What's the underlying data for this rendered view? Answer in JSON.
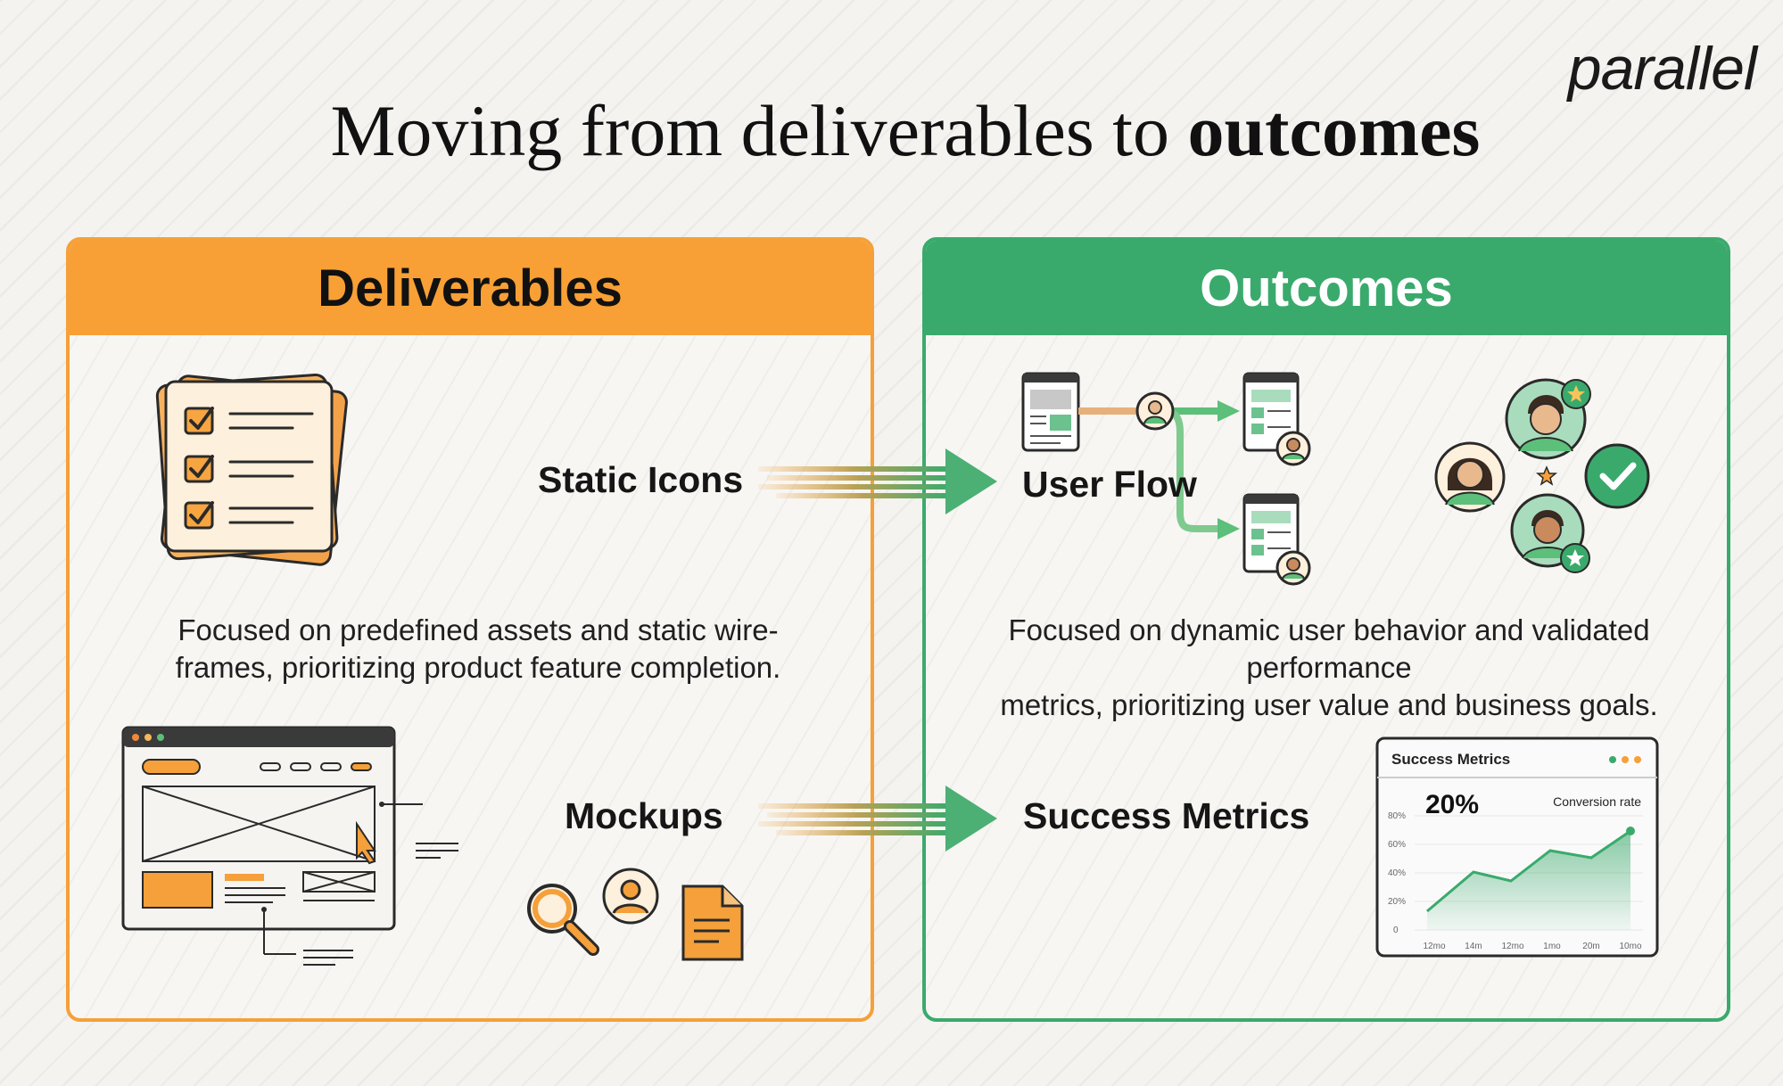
{
  "logo": "parallel",
  "title": {
    "prefix": "Moving from deliverables to ",
    "emphasis": "outcomes"
  },
  "colors": {
    "deliverables": "#f8a035",
    "outcomes": "#3aaa6c"
  },
  "deliverables": {
    "header": "Deliverables",
    "label_static": "Static Icons",
    "description_line1": "Focused on predefined assets and static wire-",
    "description_line2": "frames, prioritizing product feature completion.",
    "label_mockups": "Mockups"
  },
  "outcomes": {
    "header": "Outcomes",
    "label_flow": "User Flow",
    "description_line1": "Focused on dynamic user behavior and validated performance",
    "description_line2": "metrics, prioritizing user value and business goals.",
    "label_metrics": "Success Metrics",
    "card": {
      "title": "Success Metrics",
      "value": "20%",
      "caption": "Conversion rate",
      "yticks": [
        "80%",
        "60%",
        "40%",
        "20%",
        "0"
      ],
      "xticks": [
        "12mo",
        "14m",
        "12mo",
        "1mo",
        "20m",
        "10mo"
      ]
    }
  },
  "icons": [
    "checklist-icon",
    "wireframe-icon",
    "magnifier-icon",
    "user-icon",
    "document-icon",
    "user-flow-icon",
    "people-icon",
    "check-icon",
    "star-icon",
    "arrow-right-icon"
  ]
}
